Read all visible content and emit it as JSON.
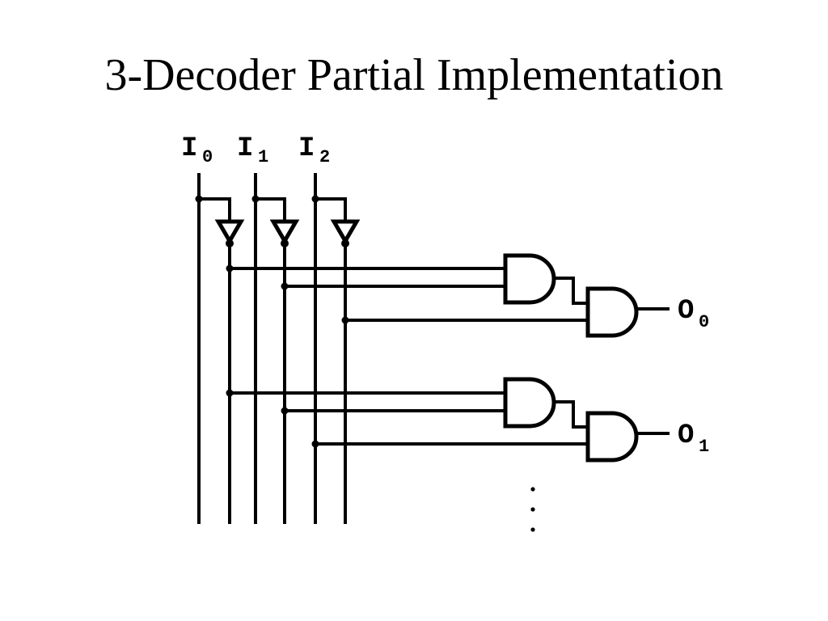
{
  "title": "3-Decoder Partial Implementation",
  "inputs": [
    {
      "name": "I",
      "sub": "0"
    },
    {
      "name": "I",
      "sub": "1"
    },
    {
      "name": "I",
      "sub": "2"
    }
  ],
  "outputs": [
    {
      "name": "O",
      "sub": "0"
    },
    {
      "name": "O",
      "sub": "1"
    }
  ],
  "gate_types": {
    "inverter": "NOT",
    "and": "AND"
  },
  "colors": {
    "ink": "#000000",
    "background": "#ffffff"
  }
}
